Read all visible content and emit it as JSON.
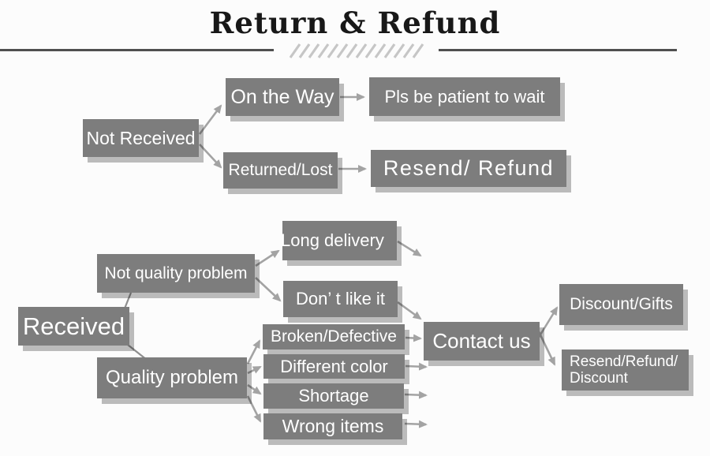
{
  "header": {
    "title": "Return & Refund"
  },
  "colors": {
    "node_background": "#7d7d7d",
    "node_text": "#ffffff",
    "arrow": "#a3a3a3",
    "shadow": "#bdbdbd",
    "divider": "#4f4f4f",
    "hatch": "#c6c6c6",
    "title_text": "#181818"
  },
  "flow_top": {
    "not_received": "Not Received",
    "on_the_way": "On the Way",
    "pls_wait": "Pls be patient to wait",
    "returned_lost": "Returned/Lost",
    "resend_refund": "Resend/ Refund"
  },
  "flow_bottom": {
    "received": "Received",
    "not_quality_problem": "Not quality problem",
    "long_delivery": "Long delivery",
    "dont_like_it": "Don’ t like it",
    "quality_problem": "Quality problem",
    "broken_defective": "Broken/Defective",
    "different_color": "Different color",
    "shortage": "Shortage",
    "wrong_items": "Wrong items",
    "contact_us": "Contact us",
    "discount_gifts": "Discount/Gifts",
    "resend_refund_discount_line1": "Resend/Refund/",
    "resend_refund_discount_line2": "Discount"
  },
  "edges": [
    {
      "from": "Not Received",
      "to": "On the Way"
    },
    {
      "from": "Not Received",
      "to": "Returned/Lost"
    },
    {
      "from": "On the Way",
      "to": "Pls be patient to wait"
    },
    {
      "from": "Returned/Lost",
      "to": "Resend/ Refund"
    },
    {
      "from": "Received",
      "to": "Not quality problem"
    },
    {
      "from": "Received",
      "to": "Quality problem"
    },
    {
      "from": "Not quality problem",
      "to": "Long delivery"
    },
    {
      "from": "Not quality problem",
      "to": "Don’ t like it"
    },
    {
      "from": "Long delivery",
      "to": "Contact us"
    },
    {
      "from": "Don’ t like it",
      "to": "Contact us"
    },
    {
      "from": "Quality problem",
      "to": "Broken/Defective"
    },
    {
      "from": "Quality problem",
      "to": "Different color"
    },
    {
      "from": "Quality problem",
      "to": "Shortage"
    },
    {
      "from": "Quality problem",
      "to": "Wrong items"
    },
    {
      "from": "Broken/Defective",
      "to": "Contact us"
    },
    {
      "from": "Different color",
      "to": "Contact us"
    },
    {
      "from": "Shortage",
      "to": "Contact us"
    },
    {
      "from": "Wrong items",
      "to": "Contact us"
    },
    {
      "from": "Contact us",
      "to": "Discount/Gifts"
    },
    {
      "from": "Contact us",
      "to": "Resend/Refund/ Discount"
    }
  ]
}
